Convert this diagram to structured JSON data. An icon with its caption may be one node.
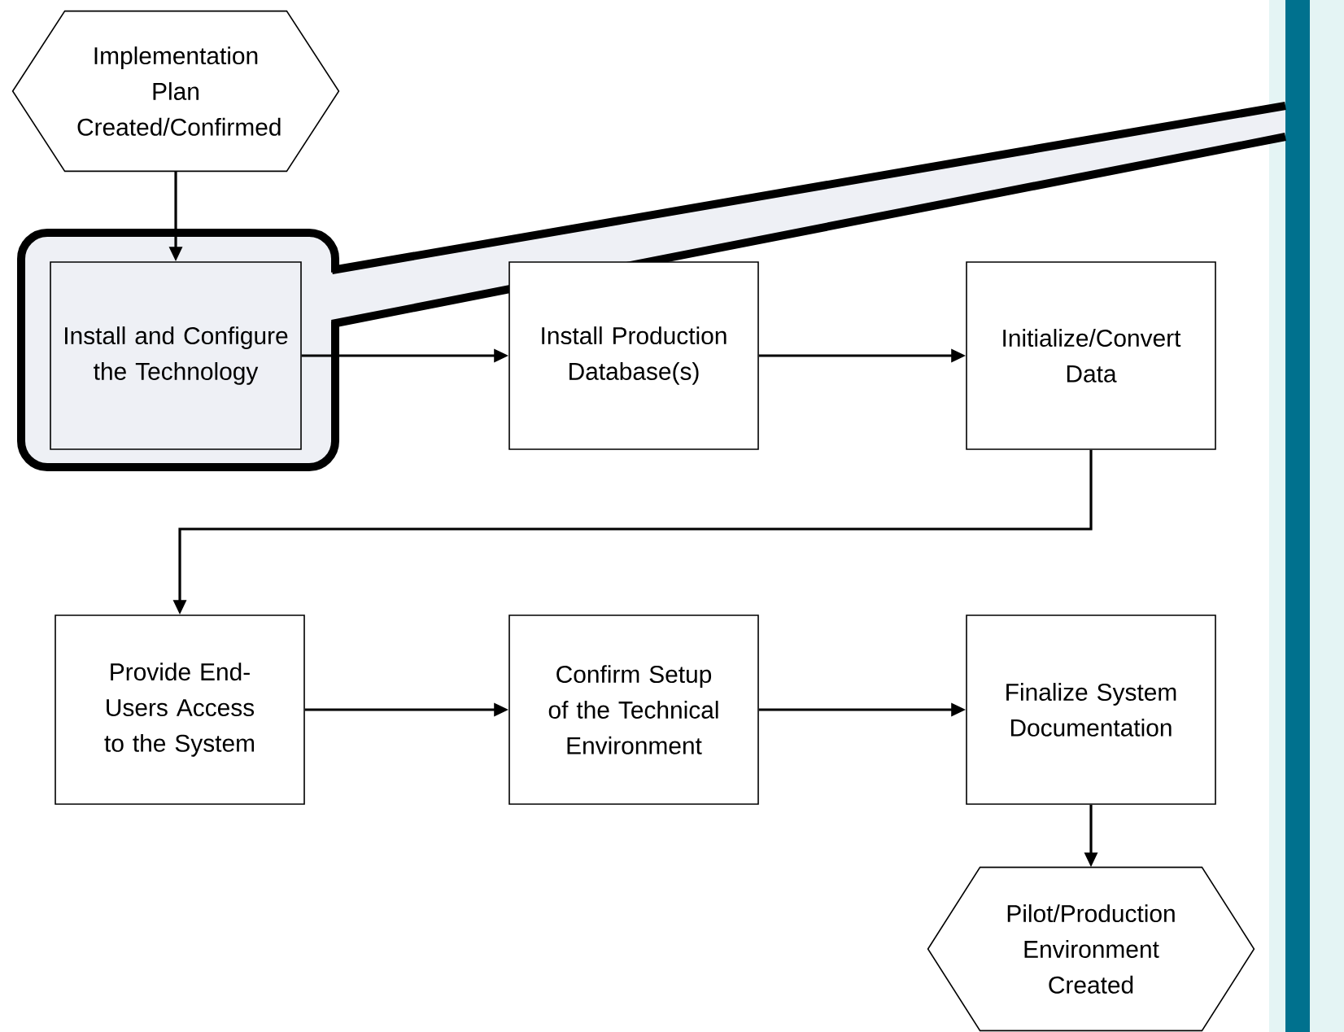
{
  "diagram": {
    "nodes": [
      {
        "text": [
          "Implementation Plan Created/Confirmed"
        ]
      },
      {
        "text": [
          "Install and Configure the Technology"
        ]
      },
      {
        "text": [
          "Install Production Database(s)"
        ]
      },
      {
        "text": [
          "Initialize/Convert Data"
        ]
      },
      {
        "text": [
          "Provide End-Users Access to the System"
        ]
      },
      {
        "text": [
          "Confirm Setup of the Technical Environment"
        ]
      },
      {
        "text": [
          "Finalize System Documentation"
        ]
      },
      {
        "text": [
          "Pilot/Production Environment Created"
        ]
      }
    ],
    "edges": [
      {
        "from": 0,
        "to": 1,
        "arrow": "to"
      },
      {
        "from": 1,
        "to": 2,
        "arrow": "to"
      },
      {
        "from": 2,
        "to": 3,
        "arrow": "to"
      },
      {
        "from": 3,
        "to": 4,
        "arrow": "to"
      },
      {
        "from": 4,
        "to": 5,
        "arrow": "to"
      },
      {
        "from": 5,
        "to": 6,
        "arrow": "to"
      },
      {
        "from": 6,
        "to": 7,
        "arrow": "to"
      }
    ]
  }
}
